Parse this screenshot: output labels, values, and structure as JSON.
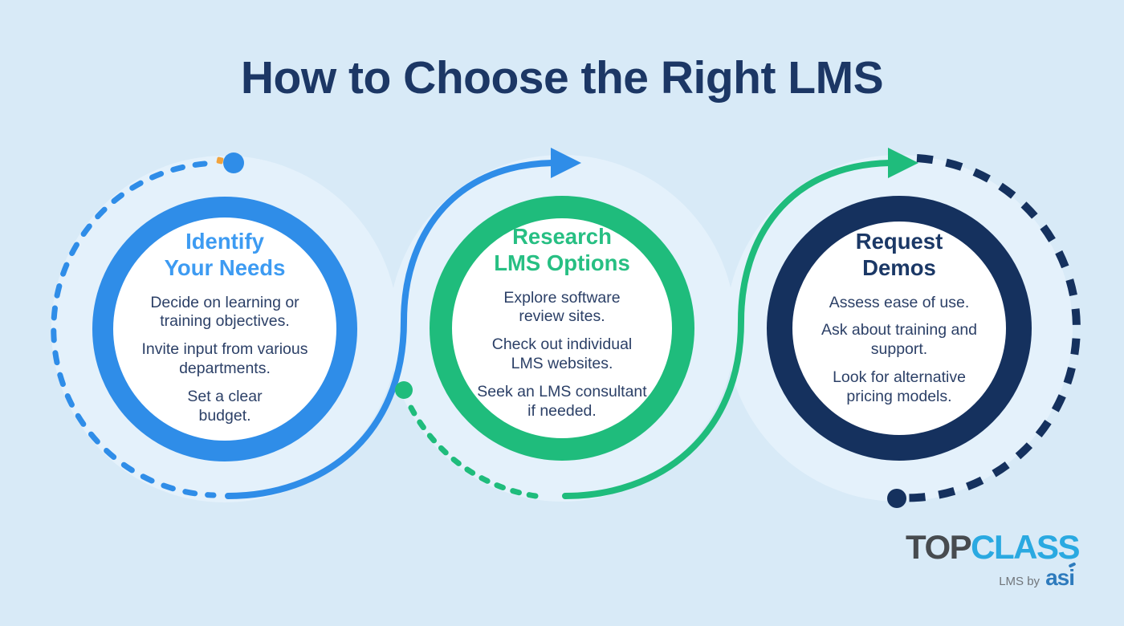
{
  "title": "How to Choose the Right LMS",
  "colors": {
    "background": "#d8eaf7",
    "halo": "#e4f1fb",
    "blue": "#2f8de8",
    "blue_heading": "#3d9bf2",
    "green": "#1fbc7c",
    "green_heading": "#27bf83",
    "navy": "#15315e",
    "navy_heading": "#1b3866",
    "body_text": "#2c4067",
    "title_text": "#1c3765",
    "orange_tick": "#f2a33c",
    "logo_top_gray": "#474b4f",
    "logo_class_blue": "#2aa9e1",
    "logo_tagline_gray": "#70757a",
    "logo_asi_blue": "#2e7bbd"
  },
  "steps": [
    {
      "heading": [
        "Identify",
        "Your Needs"
      ],
      "heading_color": "#3d9bf2",
      "ring_color": "#2f8de8",
      "items": [
        [
          "Decide on learning or",
          "training objectives."
        ],
        [
          "Invite input from various",
          "departments."
        ],
        [
          "Set a clear",
          "budget."
        ]
      ]
    },
    {
      "heading": [
        "Research",
        "LMS Options"
      ],
      "heading_color": "#27bf83",
      "ring_color": "#1fbc7c",
      "items": [
        [
          "Explore software",
          "review sites."
        ],
        [
          "Check out individual",
          "LMS websites."
        ],
        [
          "Seek an LMS consultant",
          "if needed."
        ]
      ]
    },
    {
      "heading": [
        "Request",
        "Demos"
      ],
      "heading_color": "#1b3866",
      "ring_color": "#15315e",
      "items": [
        [
          "Assess ease of use."
        ],
        [
          "Ask about training and",
          "support."
        ],
        [
          "Look for alternative",
          "pricing models."
        ]
      ]
    }
  ],
  "connectors": {
    "start_dot_color": "#2f8de8",
    "arrow_1_2_color": "#2f8de8",
    "mid_dot_color": "#1fbc7c",
    "arrow_2_3_color": "#1fbc7c",
    "end_loop_color": "#15315e",
    "end_dot_color": "#15315e",
    "orange_tick_color": "#f2a33c"
  },
  "logo": {
    "word_top": "TOP",
    "word_class": "CLASS",
    "tagline": "LMS by",
    "brand": "asi"
  }
}
